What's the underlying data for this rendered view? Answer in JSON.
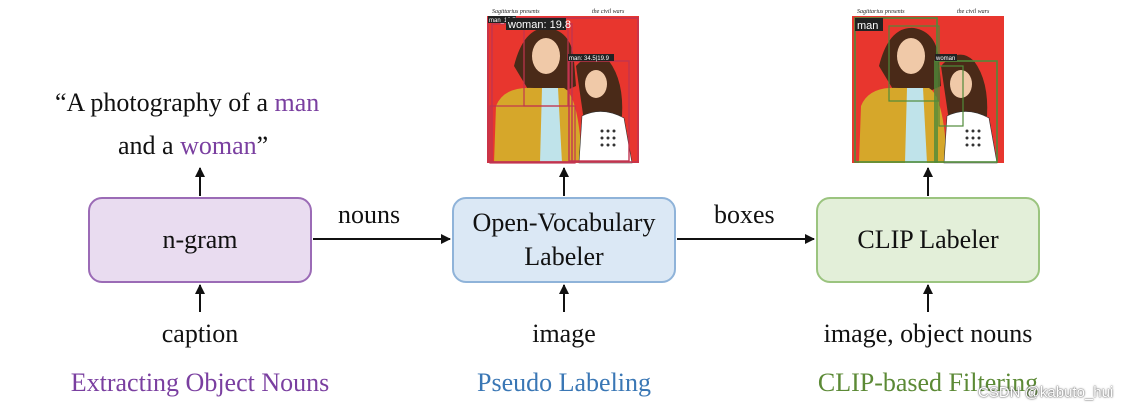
{
  "caption_quote": {
    "line1_prefix": "“A photography of a ",
    "line1_noun": "man",
    "line2_prefix": "and a ",
    "line2_noun": "woman",
    "line2_suffix": "”"
  },
  "boxes": {
    "ngram": "n-gram",
    "open_vocab_line1": "Open-Vocabulary",
    "open_vocab_line2": "Labeler",
    "clip": "CLIP Labeler"
  },
  "edges": {
    "nouns": "nouns",
    "boxes": "boxes"
  },
  "inputs": {
    "caption": "caption",
    "image": "image",
    "image_nouns": "image, object nouns"
  },
  "stages": {
    "extract": "Extracting Object Nouns",
    "pseudo": "Pseudo Labeling",
    "clip_filter": "CLIP-based Filtering"
  },
  "image_left": {
    "header_left": "Sagittarius presents",
    "header_right": "the civil wars",
    "labels": [
      "man_18.7",
      "woman: 19.8",
      "man: 34.5|19.9"
    ]
  },
  "image_right": {
    "header_left": "Sagittarius presents",
    "header_right": "the civil wars",
    "labels": [
      "man",
      "woman"
    ]
  },
  "watermark": "CSDN @kabuto_hui",
  "colors": {
    "purple": "#7a3fa0",
    "blue": "#3a77b5",
    "green": "#5c8a36"
  }
}
